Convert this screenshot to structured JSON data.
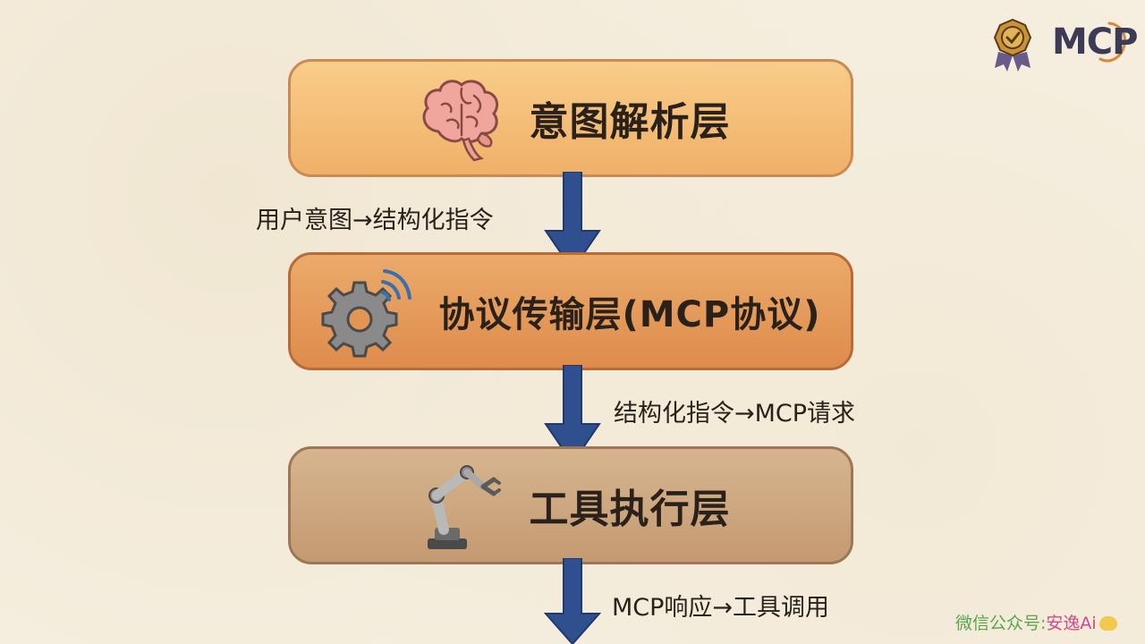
{
  "layers": [
    {
      "id": "intent",
      "title": "意图解析层",
      "icon": "brain-icon",
      "color": "#f3b874"
    },
    {
      "id": "protocol",
      "title": "协议传输层(MCP协议)",
      "icon": "gear-signal-icon",
      "color": "#e39554"
    },
    {
      "id": "tool",
      "title": "工具执行层",
      "icon": "robot-arm-icon",
      "color": "#cda67f"
    }
  ],
  "flows": [
    {
      "label": "用户意图→结构化指令"
    },
    {
      "label": "结构化指令→MCP请求"
    },
    {
      "label": "MCP响应→工具调用"
    }
  ],
  "logo": {
    "text": "MCP",
    "icon": "medal-badge-icon",
    "color": "#3b3a57"
  },
  "watermark": {
    "prefix": "微信公众号:",
    "name": "安逸Ai",
    "icon": "chick-icon"
  },
  "arrow_color": "#2f4f8f"
}
